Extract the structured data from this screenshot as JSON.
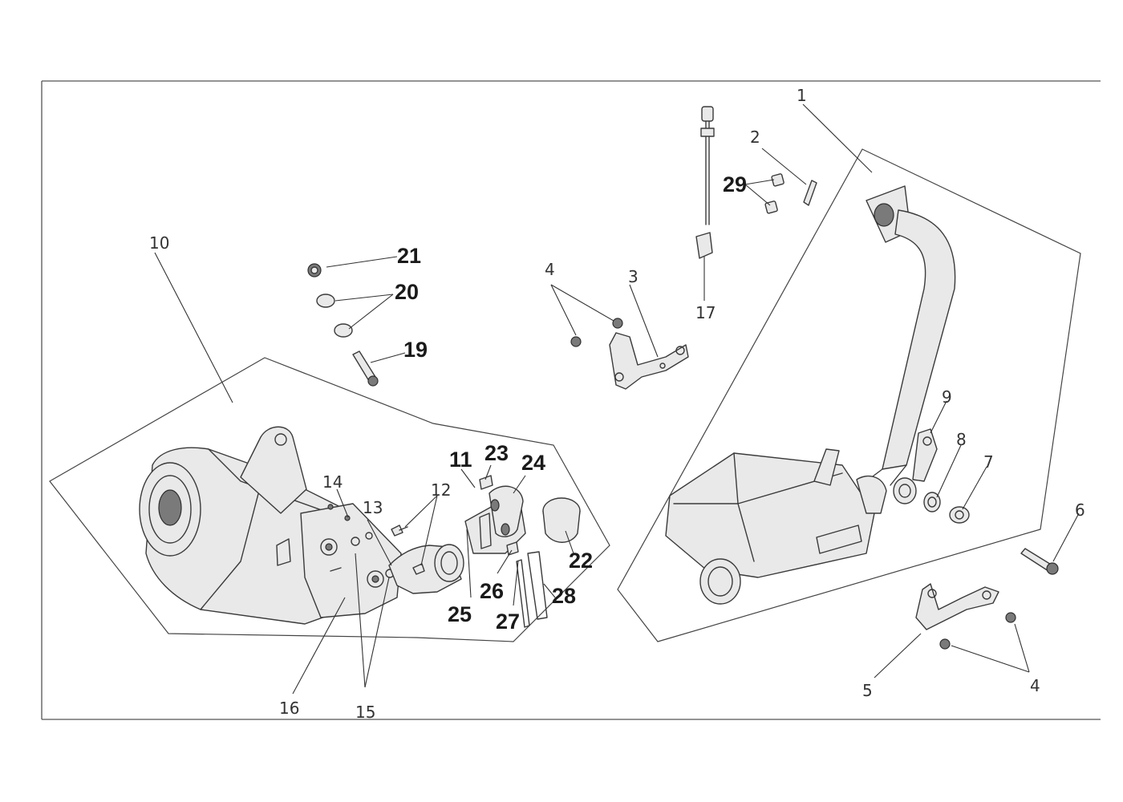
{
  "diagram": {
    "callouts": {
      "c1": "1",
      "c2": "2",
      "c3": "3",
      "c4a": "4",
      "c4b": "4",
      "c5": "5",
      "c6": "6",
      "c7": "7",
      "c8": "8",
      "c9": "9",
      "c10": "10",
      "c11": "11",
      "c12": "12",
      "c13": "13",
      "c14": "14",
      "c15": "15",
      "c16": "16",
      "c17": "17",
      "c19": "19",
      "c20": "20",
      "c21": "21",
      "c22": "22",
      "c23": "23",
      "c24": "24",
      "c25": "25",
      "c26": "26",
      "c27": "27",
      "c28": "28",
      "c29": "29"
    }
  }
}
